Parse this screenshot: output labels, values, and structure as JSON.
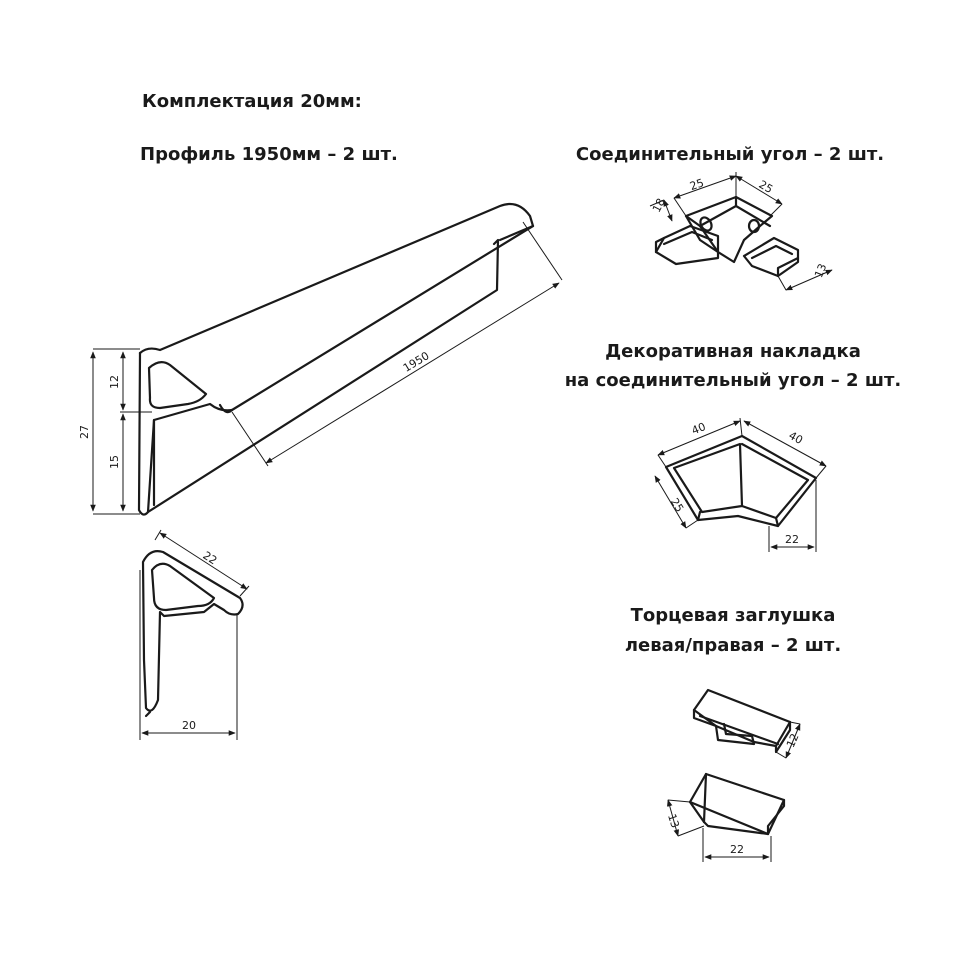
{
  "header": {
    "kit_title": "Комплектация 20мм:"
  },
  "profile": {
    "caption": "Профиль 1950мм – 2 шт.",
    "dims": {
      "length": "1950",
      "height_total": "27",
      "height_top": "12",
      "height_bottom": "15",
      "top_width": "22",
      "base_width": "20"
    }
  },
  "corner": {
    "caption": "Соединительный угол – 2 шт.",
    "dims": {
      "d18": "18",
      "d25a": "25",
      "d25b": "25",
      "d13": "13"
    }
  },
  "overlay": {
    "caption_line1": "Декоративная накладка",
    "caption_line2": "на соединительный угол – 2 шт.",
    "dims": {
      "d40a": "40",
      "d40b": "40",
      "d25": "25",
      "d22": "22"
    }
  },
  "endcap": {
    "caption_line1": "Торцевая заглушка",
    "caption_line2": "левая/правая – 2 шт.",
    "dims": {
      "d12": "12",
      "d13": "13",
      "d22": "22"
    }
  }
}
